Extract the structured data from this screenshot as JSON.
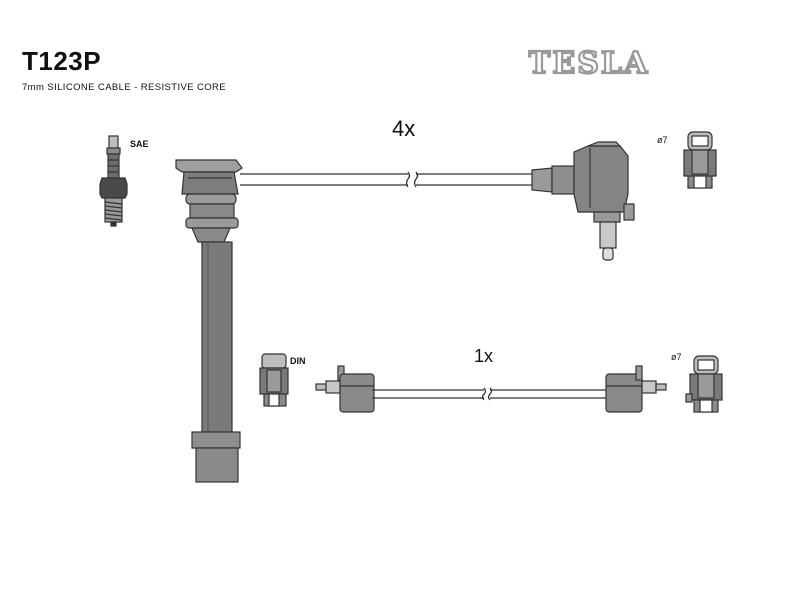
{
  "header": {
    "part_code": "T123P",
    "subtitle": "7mm SILICONE CABLE - RESISTIVE CORE",
    "brand": "TESLA"
  },
  "diagram": {
    "upper_set": {
      "quantity": "4x",
      "plug_terminal_label": "SAE",
      "coil_terminal_label": "ø7"
    },
    "lower_set": {
      "quantity": "1x",
      "left_terminal_label": "DIN",
      "right_terminal_label": "ø7"
    }
  },
  "colors": {
    "line": "#333333",
    "fill": "#8a8a8a",
    "fill_light": "#bdbdbd",
    "logo": "#9a9a9a"
  }
}
